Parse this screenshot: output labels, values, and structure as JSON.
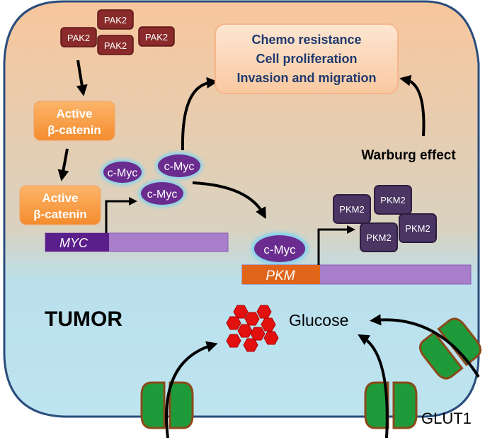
{
  "pak2_boxes": [
    "PAK2",
    "PAK2",
    "PAK2",
    "PAK2"
  ],
  "beta_catenin_top": {
    "line1": "Active",
    "line2": "β-catenin"
  },
  "beta_catenin_bottom": {
    "line1": "Active",
    "line2": "β-catenin"
  },
  "cmyc_labels": [
    "c-Myc",
    "c-Myc",
    "c-Myc",
    "c-Myc"
  ],
  "genes": {
    "myc": "MYC",
    "pkm": "PKM"
  },
  "outcomes": {
    "line1": "Chemo resistance",
    "line2": "Cell proliferation",
    "line3": "Invasion and migration"
  },
  "warburg_label": "Warburg effect",
  "pkm2_boxes": [
    "PKM2",
    "PKM2",
    "PKM2",
    "PKM2"
  ],
  "tumor_label": "TUMOR",
  "glucose_label": "Glucose",
  "glut1_label": "GLUT1",
  "colors": {
    "cell_top": "#f7c89f",
    "cell_bottom": "#b9e2ee",
    "cell_border": "#2a4d7c",
    "pak2": "#8a2a2a",
    "beta_catenin": "#f9a04f",
    "cmyc": "#6b2c8f",
    "cmyc_glow": "#7fd3f0",
    "gene_bar": "#a87dc9",
    "myc_block": "#5a1f8a",
    "pkm_block": "#e0651a",
    "pkm2": "#4a3563",
    "glucose": "#e31010",
    "glut": "#1f9a3a",
    "glut_border": "#8a4a1a",
    "outcome_text": "#1f3a6e"
  }
}
